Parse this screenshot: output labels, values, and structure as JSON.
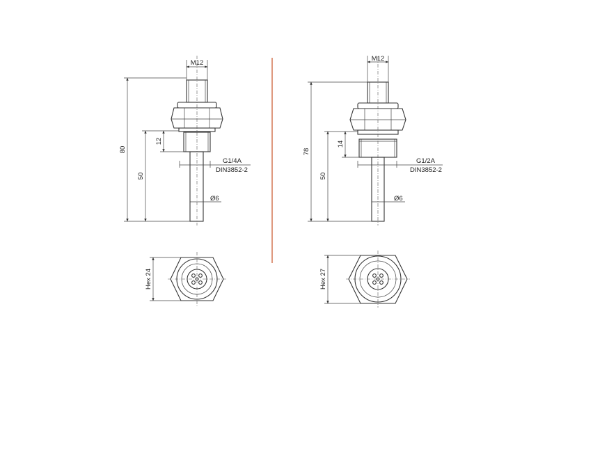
{
  "divider_color": "#c8552a",
  "left": {
    "thread_top": "M12",
    "height_total": "80",
    "height_probe": "50",
    "height_thread": "12",
    "thread_main": "G1/4A",
    "thread_standard": "DIN3852-2",
    "probe_diameter": "Ø6",
    "hex_size": "Hex 24"
  },
  "right": {
    "thread_top": "M12",
    "height_total": "78",
    "height_probe": "50",
    "height_thread": "14",
    "thread_main": "G1/2A",
    "thread_standard": "DIN3852-2",
    "probe_diameter": "Ø6",
    "hex_size": "Hex 27"
  }
}
